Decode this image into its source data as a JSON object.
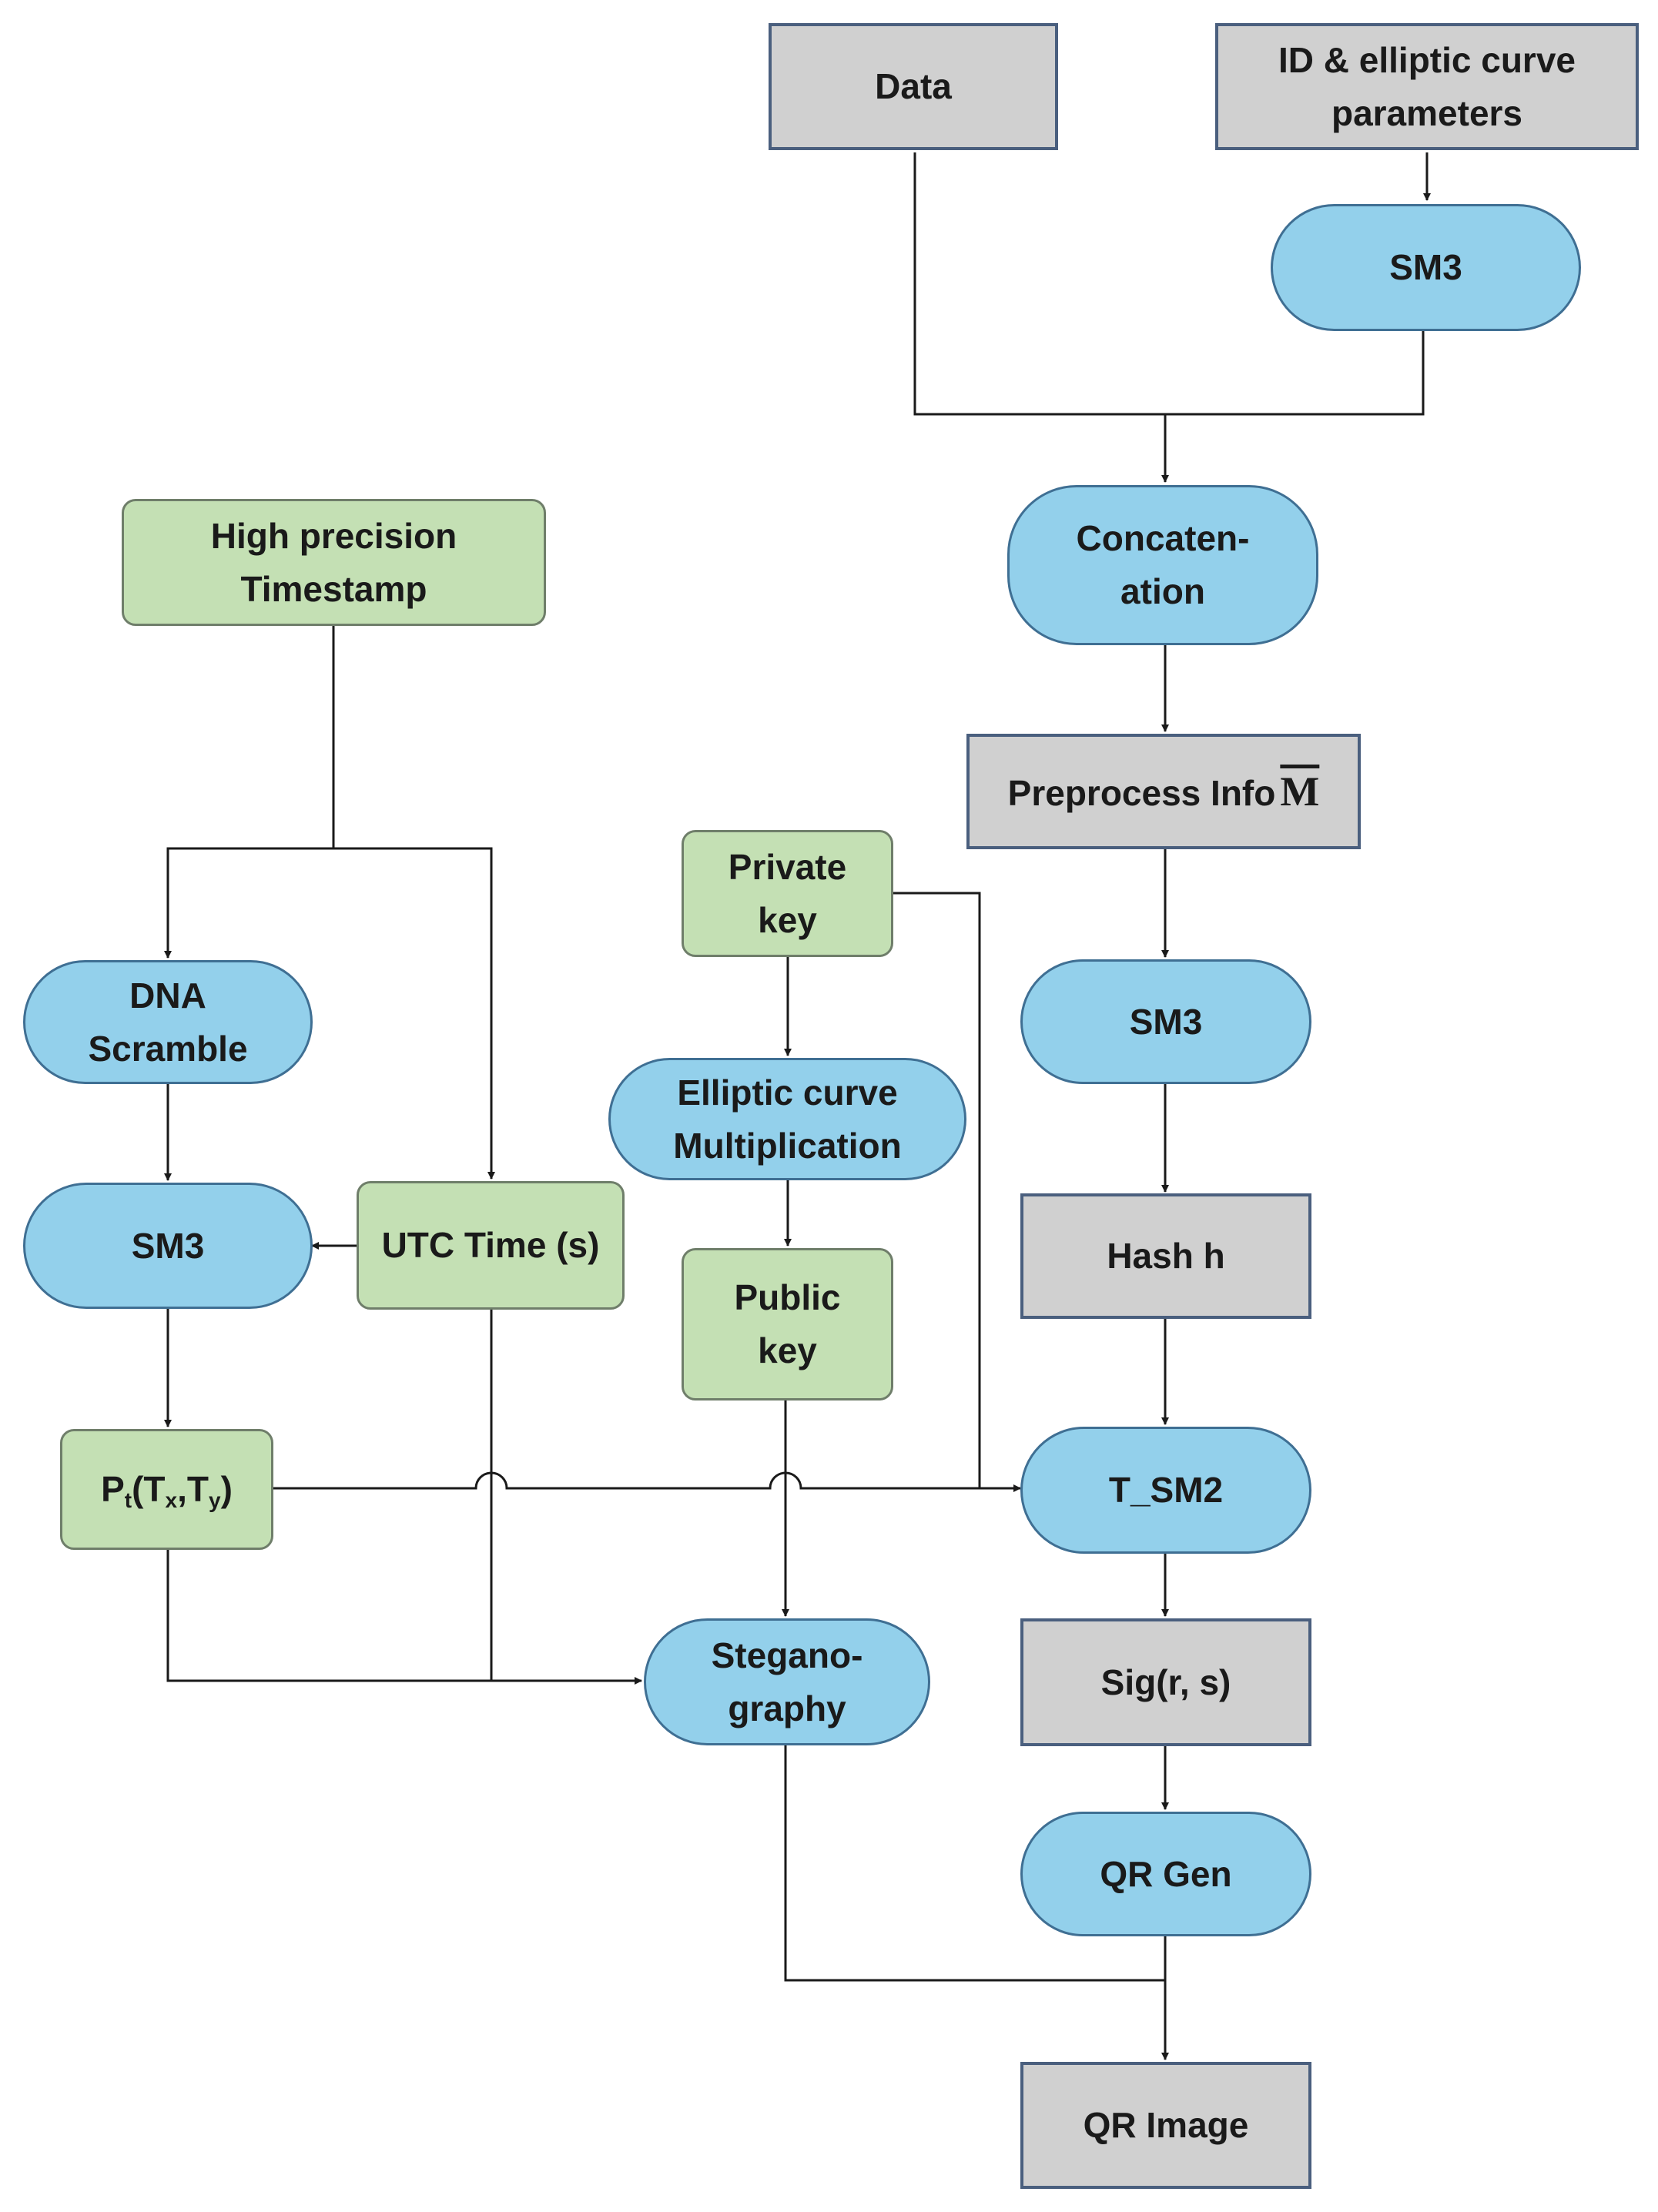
{
  "diagram": {
    "nodes": {
      "data": {
        "lines": [
          "Data"
        ]
      },
      "id_params": {
        "lines": [
          "ID & elliptic curve",
          "parameters"
        ]
      },
      "sm3_top": {
        "lines": [
          "SM3"
        ]
      },
      "concatenation": {
        "lines": [
          "Concaten-",
          "ation"
        ]
      },
      "preprocess": {
        "text": "Preprocess Info",
        "symbol": "M"
      },
      "sm3_mid": {
        "lines": [
          "SM3"
        ]
      },
      "hash": {
        "lines": [
          "Hash h"
        ]
      },
      "t_sm2": {
        "lines": [
          "T_SM2"
        ]
      },
      "sig": {
        "lines": [
          "Sig(r, s)"
        ]
      },
      "qr_gen": {
        "lines": [
          "QR Gen"
        ]
      },
      "qr_image": {
        "lines": [
          "QR Image"
        ]
      },
      "timestamp": {
        "lines": [
          "High precision",
          "Timestamp"
        ]
      },
      "dna": {
        "lines": [
          "DNA",
          "Scramble"
        ]
      },
      "sm3_left": {
        "lines": [
          "SM3"
        ]
      },
      "utc": {
        "lines": [
          "UTC Time (s)"
        ]
      },
      "pt": {
        "main": "P",
        "sub1": "t",
        "open": "(T",
        "sub2": "x",
        "mid": ",T",
        "sub3": "y",
        "close": ")"
      },
      "private_key": {
        "lines": [
          "Private",
          "key"
        ]
      },
      "ec_mult": {
        "lines": [
          "Elliptic curve",
          "Multiplication"
        ]
      },
      "public_key": {
        "lines": [
          "Public",
          "key"
        ]
      },
      "steganography": {
        "lines": [
          "Stegano-",
          "graphy"
        ]
      }
    },
    "colors": {
      "gray_fill": "#d0d0d0",
      "green_fill": "#c4e0b4",
      "blue_fill": "#93d0eb",
      "connector": "#1a1a1a"
    }
  }
}
